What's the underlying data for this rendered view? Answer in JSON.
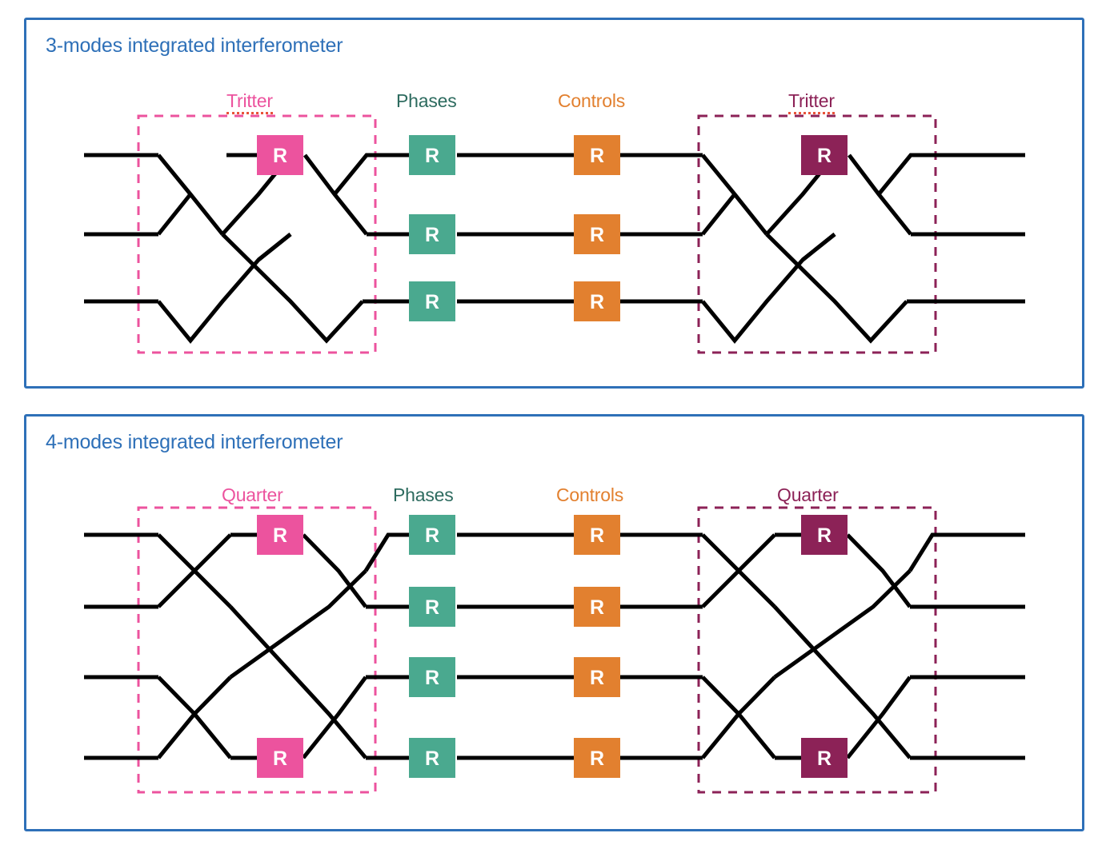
{
  "colors": {
    "panel_border": "#2e70b8",
    "title": "#2e70b8",
    "pink": "#ec539e",
    "teal": "#4aa98f",
    "orange": "#e2802f",
    "maroon": "#8c2257",
    "waveguide": "#000000",
    "spellcheck_underline": "#e8533a"
  },
  "panels": [
    {
      "id": "3-modes",
      "title": "3-modes integrated interferometer",
      "modes": 3,
      "stages": [
        {
          "name": "tritter-left",
          "label": "Tritter",
          "color": "#ec539e",
          "spellcheck": true,
          "boxes": 1
        },
        {
          "name": "phases",
          "label": "Phases",
          "color": "#2d6b5f",
          "spellcheck": false,
          "boxes": 3
        },
        {
          "name": "controls",
          "label": "Controls",
          "color": "#e2802f",
          "spellcheck": false,
          "boxes": 3
        },
        {
          "name": "tritter-right",
          "label": "Tritter",
          "color": "#8c2257",
          "spellcheck": true,
          "boxes": 1
        }
      ],
      "element_label": "R"
    },
    {
      "id": "4-modes",
      "title": "4-modes integrated interferometer",
      "modes": 4,
      "stages": [
        {
          "name": "quarter-left",
          "label": "Quarter",
          "color": "#ec539e",
          "spellcheck": false,
          "boxes": 2
        },
        {
          "name": "phases",
          "label": "Phases",
          "color": "#2d6b5f",
          "spellcheck": false,
          "boxes": 4
        },
        {
          "name": "controls",
          "label": "Controls",
          "color": "#e2802f",
          "spellcheck": false,
          "boxes": 4
        },
        {
          "name": "quarter-right",
          "label": "Quarter",
          "color": "#8c2257",
          "spellcheck": false,
          "boxes": 2
        }
      ],
      "element_label": "R"
    }
  ],
  "labels": {
    "p1_title": "3-modes integrated interferometer",
    "p1_tritter_left": "Tritter",
    "p1_phases": "Phases",
    "p1_controls": "Controls",
    "p1_tritter_right": "Tritter",
    "p2_title": "4-modes integrated interferometer",
    "p2_quarter_left": "Quarter",
    "p2_phases": "Phases",
    "p2_controls": "Controls",
    "p2_quarter_right": "Quarter",
    "r": "R"
  }
}
